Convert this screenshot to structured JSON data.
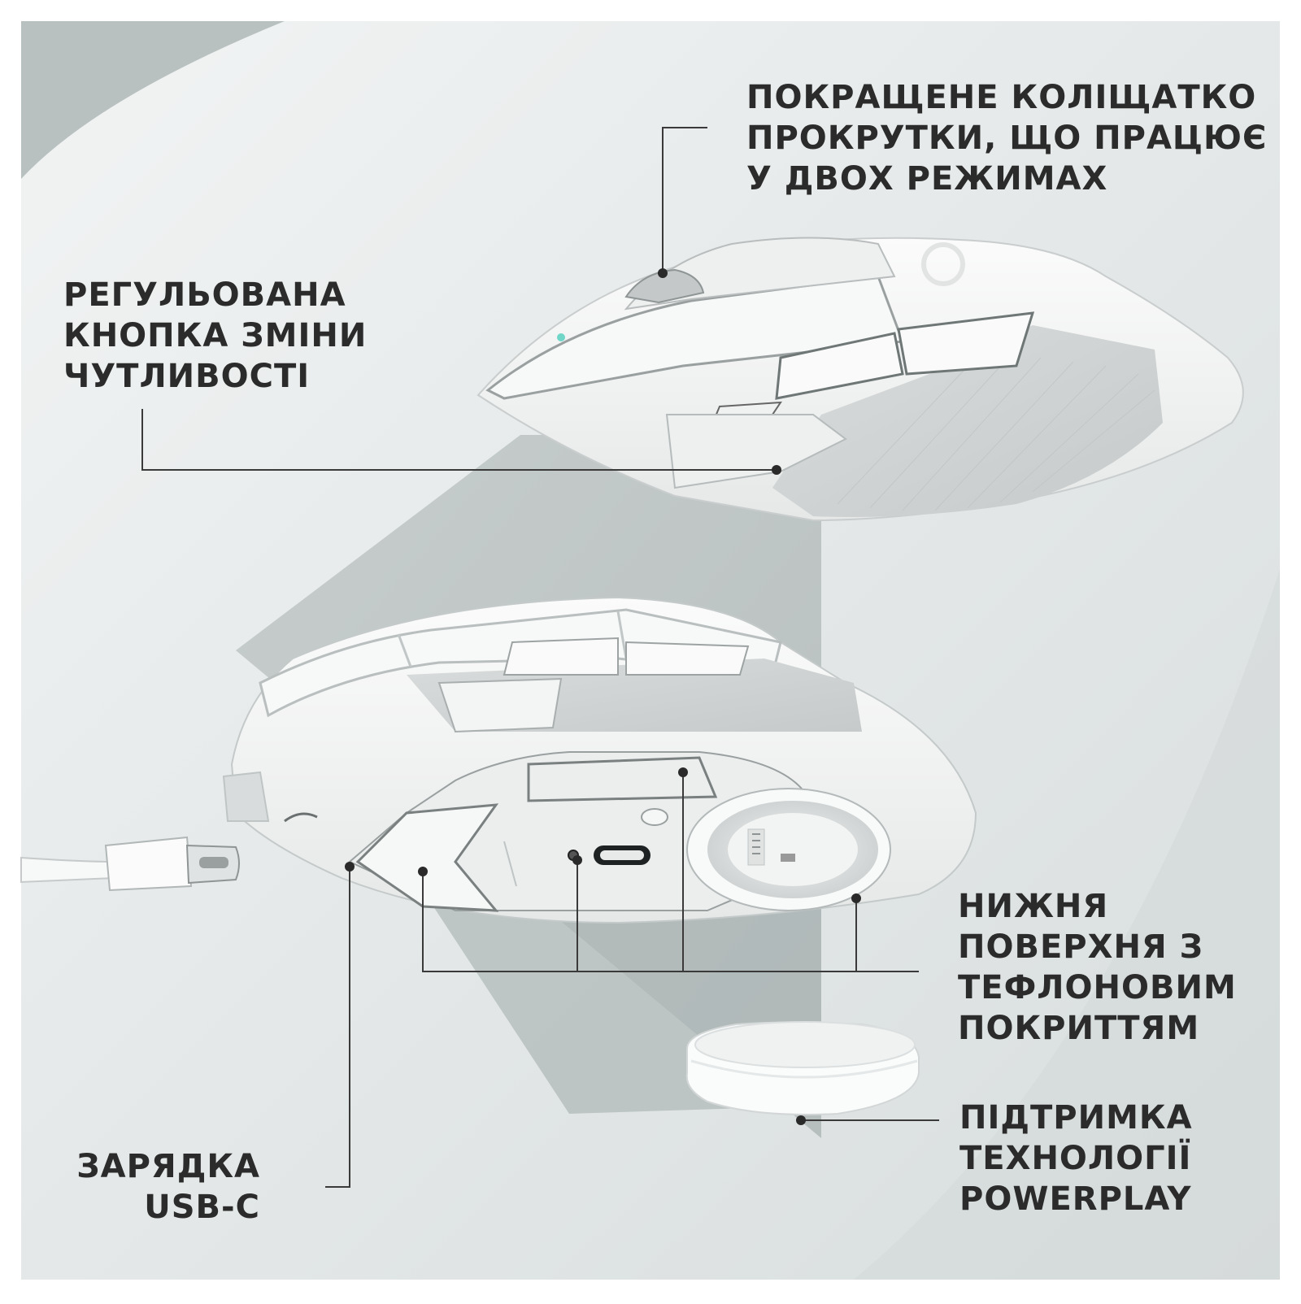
{
  "callouts": {
    "scroll_wheel": {
      "lines": [
        "ПОКРАЩЕНЕ КОЛІЩАТКО",
        "ПРОКРУТКИ, ЩО ПРАЦЮЄ",
        "У ДВОХ РЕЖИМАХ"
      ]
    },
    "dpi_button": {
      "lines": [
        "РЕГУЛЬОВАНА",
        "КНОПКА ЗМІНИ",
        "ЧУТЛИВОСТІ"
      ]
    },
    "ptfe_feet": {
      "lines": [
        "НИЖНЯ",
        "ПОВЕРХНЯ З",
        "ТЕФЛОНОВИМ",
        "ПОКРИТТЯМ"
      ]
    },
    "powerplay": {
      "lines": [
        "ПІДТРИМКА",
        "ТЕХНОЛОГІЇ",
        "POWERPLAY"
      ]
    },
    "usb_c": {
      "lines": [
        "ЗАРЯДКА",
        "USB-C"
      ]
    }
  },
  "colors": {
    "background": "#e4e8e8",
    "text": "#2b2b2b",
    "line": "#3a3a3a",
    "mouse_body": "#f4f5f5",
    "accent_teal": "#6fd6c8"
  },
  "icons": [
    "mouse-side-illustration",
    "mouse-bottom-illustration",
    "powerplay-puck-illustration",
    "usb-c-cable-illustration"
  ]
}
